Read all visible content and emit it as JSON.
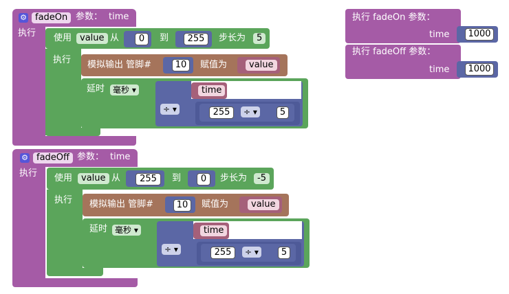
{
  "blocks": {
    "kw_exec": "执行",
    "kw_params": "参数：",
    "kw_use": "使用",
    "kw_from": "从",
    "kw_to": "到",
    "kw_step": "步长为",
    "kw_analog": "模拟输出 管脚#",
    "kw_assign": "赋值为",
    "kw_delay": "延时",
    "unit_ms": "毫秒 ▾",
    "div_op": "÷ ▾",
    "proc1": {
      "name": "fadeOn",
      "param": "time",
      "loop_var": "value",
      "from": "0",
      "to": "255",
      "step": "5",
      "pin": "10",
      "assign_var": "value",
      "delay_var": "time",
      "expr_a": "255",
      "expr_b": "5"
    },
    "proc2": {
      "name": "fadeOff",
      "param": "time",
      "loop_var": "value",
      "from": "255",
      "to": "0",
      "step": "-5",
      "pin": "10",
      "assign_var": "value",
      "delay_var": "time",
      "expr_a": "255",
      "expr_b": "5"
    },
    "call1": {
      "label": "执行 fadeOn 参数：",
      "param": "time",
      "value": "1000"
    },
    "call2": {
      "label": "执行 fadeOff 参数：",
      "param": "time",
      "value": "1000"
    }
  }
}
